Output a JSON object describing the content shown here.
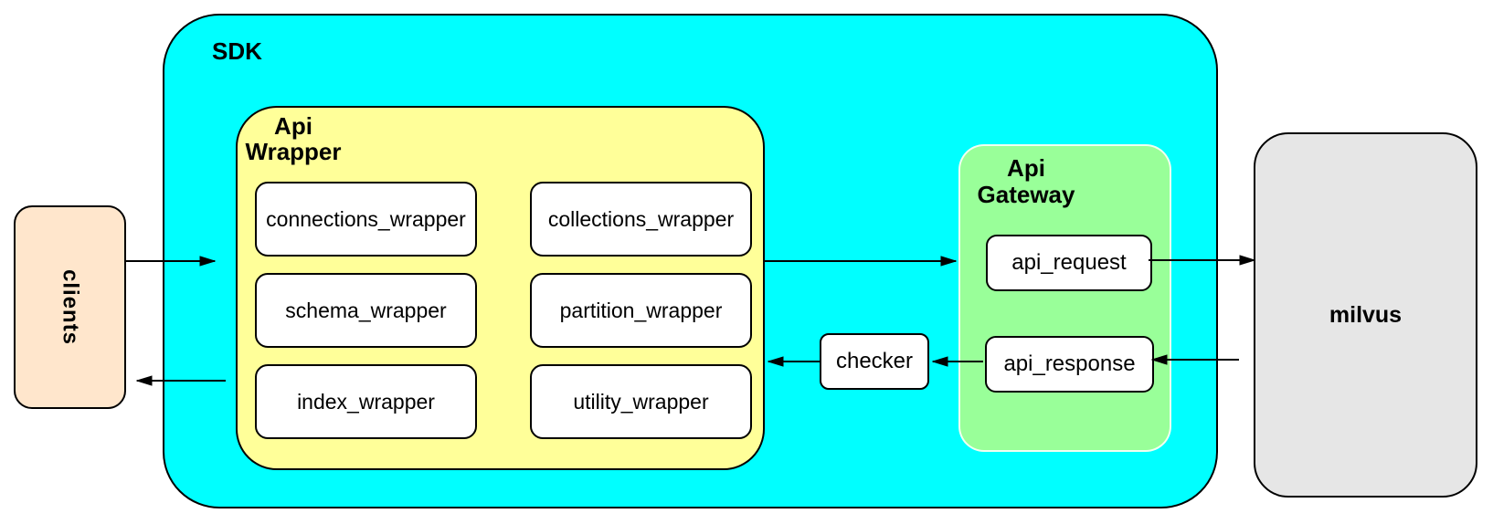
{
  "diagram": {
    "background_color": "#FFFFFF",
    "border_color": "#000000",
    "clients": {
      "label": "clients",
      "fill": "#FFE6CC"
    },
    "sdk": {
      "label": "SDK",
      "fill": "#00FFFF"
    },
    "api_wrapper": {
      "label_line1": "Api",
      "label_line2": "Wrapper",
      "fill": "#FFFF99",
      "items": [
        {
          "label": "connections_wrapper"
        },
        {
          "label": "collections_wrapper"
        },
        {
          "label": "schema_wrapper"
        },
        {
          "label": "partition_wrapper"
        },
        {
          "label": "index_wrapper"
        },
        {
          "label": "utility_wrapper"
        }
      ]
    },
    "checker": {
      "label": "checker",
      "fill": "#FFFFFF"
    },
    "api_gateway": {
      "label_line1": "Api",
      "label_line2": "Gateway",
      "fill": "#99FF99",
      "items": [
        {
          "label": "api_request"
        },
        {
          "label": "api_response"
        }
      ]
    },
    "milvus": {
      "label": "milvus",
      "fill": "#E6E6E6"
    },
    "edges": [
      {
        "from": "clients",
        "to": "sdk"
      },
      {
        "from": "sdk",
        "to": "clients"
      },
      {
        "from": "api_wrapper",
        "to": "api_gateway"
      },
      {
        "from": "api_request",
        "to": "milvus"
      },
      {
        "from": "milvus",
        "to": "api_response"
      },
      {
        "from": "api_response",
        "to": "checker"
      },
      {
        "from": "checker",
        "to": "api_wrapper"
      }
    ]
  }
}
